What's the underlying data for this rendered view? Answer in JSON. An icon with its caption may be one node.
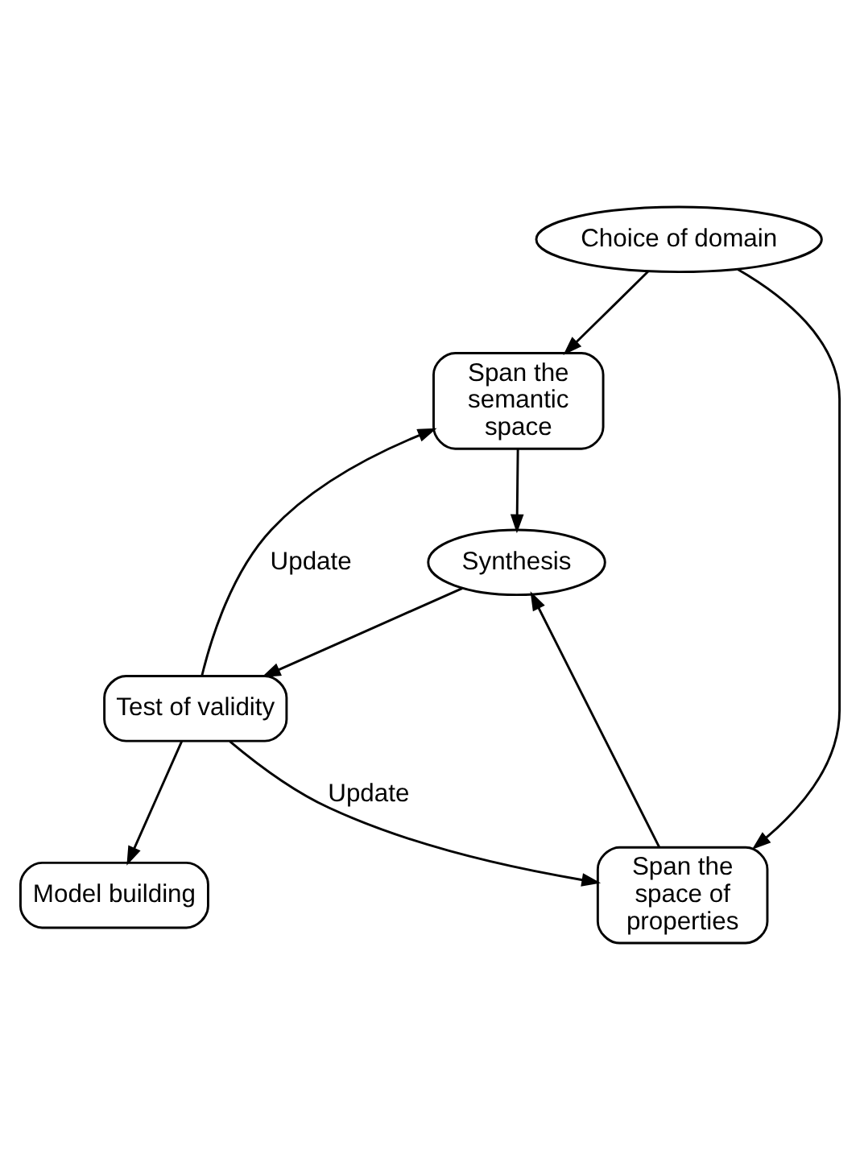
{
  "diagram": {
    "nodes": [
      {
        "text": [
          "Choice of domain"
        ]
      },
      {
        "text": [
          "Span the semantic space"
        ]
      },
      {
        "text": [
          "Span the space of properties"
        ]
      },
      {
        "text": [
          "Synthesis"
        ]
      },
      {
        "text": [
          "Test of validity"
        ]
      },
      {
        "text": [
          "Model building"
        ]
      }
    ],
    "edges": [
      {
        "from": 0,
        "to": 1,
        "arrow": "to"
      },
      {
        "from": 0,
        "to": 2,
        "arrow": "to"
      },
      {
        "from": 1,
        "to": 3,
        "arrow": "to"
      },
      {
        "from": 2,
        "to": 3,
        "arrow": "to"
      },
      {
        "from": 3,
        "to": 4,
        "arrow": "to"
      },
      {
        "from": 4,
        "to": 1,
        "arrow": "to",
        "label": "Update"
      },
      {
        "from": 4,
        "to": 2,
        "arrow": "to",
        "label": "Update"
      },
      {
        "from": 4,
        "to": 5,
        "arrow": "to"
      }
    ]
  }
}
